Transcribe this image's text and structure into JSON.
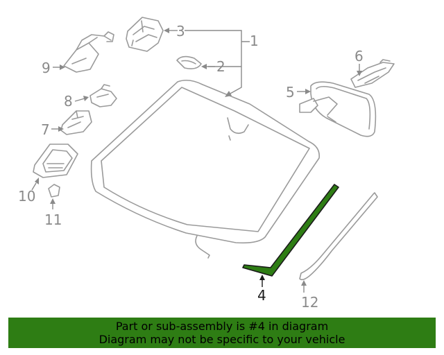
{
  "callouts": {
    "c1": "1",
    "c2": "2",
    "c3": "3",
    "c4": "4",
    "c5": "5",
    "c6": "6",
    "c7": "7",
    "c8": "8",
    "c9": "9",
    "c10": "10",
    "c11": "11",
    "c12": "12"
  },
  "highlight_part": "4",
  "colors": {
    "highlight_fill": "#2e7d14",
    "banner_bg": "#2e7d14",
    "line_gray": "#9a9a9a"
  },
  "banner": {
    "line1": "Part or sub-assembly is #4 in diagram",
    "line2": "Diagram may not be specific to your vehicle"
  }
}
